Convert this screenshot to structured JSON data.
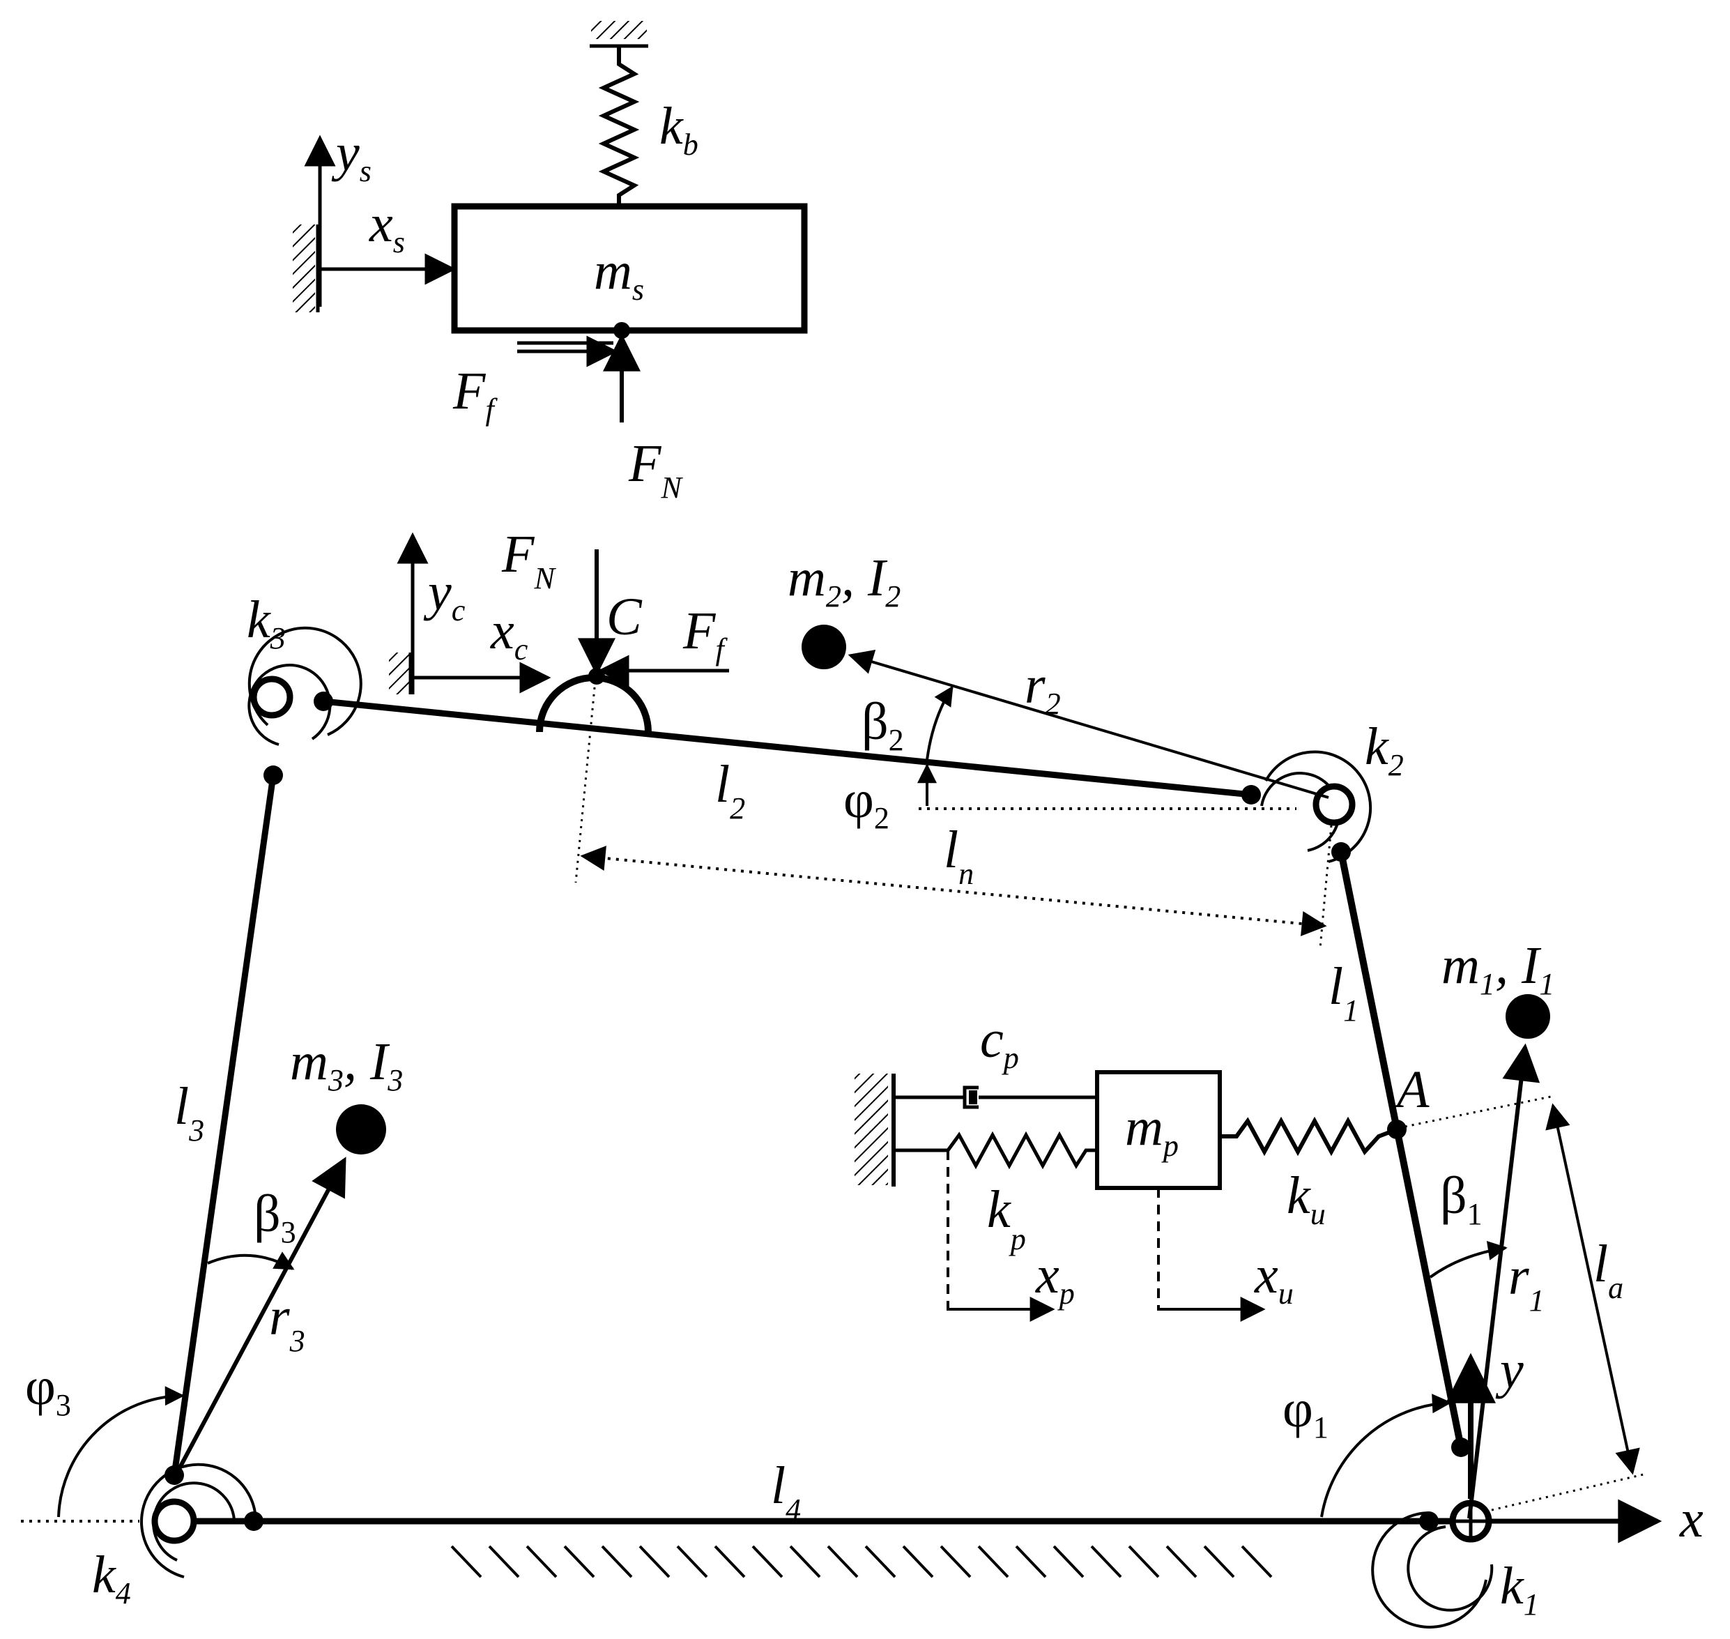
{
  "labels": {
    "ys": "y",
    "ys_sub": "s",
    "xs": "x",
    "xs_sub": "s",
    "kb": "k",
    "kb_sub": "b",
    "ms": "m",
    "ms_sub": "s",
    "ff_top": "F",
    "ff_top_sub": "f",
    "fn_top": "F",
    "fn_top_sub": "N",
    "yc": "y",
    "yc_sub": "c",
    "xc": "x",
    "xc_sub": "c",
    "fn_mid": "F",
    "fn_mid_sub": "N",
    "c": "C",
    "ff_mid": "F",
    "ff_mid_sub": "f",
    "m2i2": "m",
    "m2i2_sub1": "2",
    "m2i2_sep": ", I",
    "m2i2_sub2": "2",
    "k3": "k",
    "k3_sub": "3",
    "r2": "r",
    "r2_sub": "2",
    "beta2": "β",
    "beta2_sub": "2",
    "phi2": "φ",
    "phi2_sub": "2",
    "l2": "l",
    "l2_sub": "2",
    "k2": "k",
    "k2_sub": "2",
    "ln": "l",
    "ln_sub": "n",
    "m1i1": "m",
    "m1i1_sub1": "1",
    "m1i1_sep": ", I",
    "m1i1_sub2": "1",
    "l1": "l",
    "l1_sub": "1",
    "m3i3": "m",
    "m3i3_sub1": "3",
    "m3i3_sep": ", I",
    "m3i3_sub2": "3",
    "l3": "l",
    "l3_sub": "3",
    "cp": "c",
    "cp_sub": "p",
    "mp": "m",
    "mp_sub": "p",
    "a": "A",
    "ku": "k",
    "ku_sub": "u",
    "kp": "k",
    "kp_sub": "p",
    "beta3": "β",
    "beta3_sub": "3",
    "beta1": "β",
    "beta1_sub": "1",
    "xp": "x",
    "xp_sub": "p",
    "xu": "x",
    "xu_sub": "u",
    "r3": "r",
    "r3_sub": "3",
    "r1": "r",
    "r1_sub": "1",
    "la": "l",
    "la_sub": "a",
    "y": "y",
    "phi3": "φ",
    "phi3_sub": "3",
    "phi1": "φ",
    "phi1_sub": "1",
    "l4": "l",
    "l4_sub": "4",
    "x": "x",
    "k4": "k",
    "k4_sub": "4",
    "k1": "k",
    "k1_sub": "1"
  }
}
